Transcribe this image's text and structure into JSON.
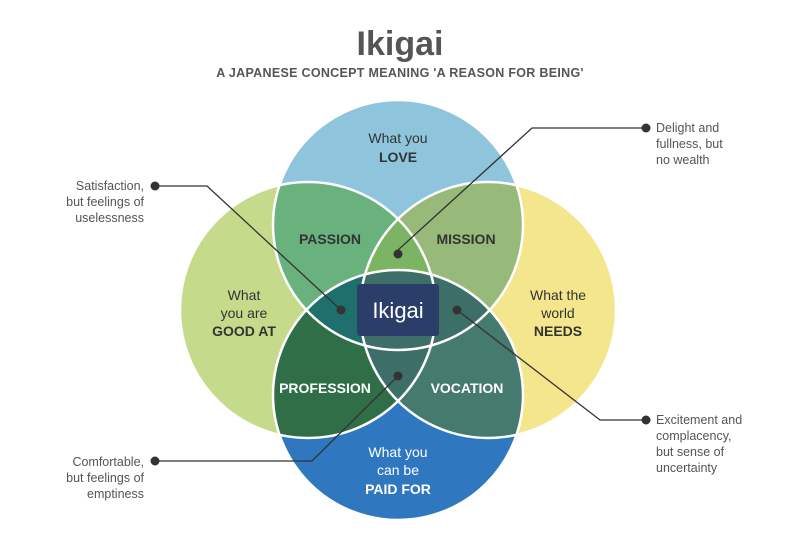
{
  "header": {
    "title": "Ikigai",
    "subtitle": "A JAPANESE CONCEPT MEANING 'A REASON FOR BEING'"
  },
  "circles": {
    "love": {
      "line1": "What you",
      "line2": "LOVE",
      "color": "#8ec5dc"
    },
    "good_at": {
      "line1": "What",
      "line2": "you are",
      "line3": "GOOD AT",
      "color": "#c5da8b"
    },
    "needs": {
      "line1": "What the",
      "line2": "world",
      "line3": "NEEDS",
      "color": "#f4e68c"
    },
    "paid_for": {
      "line1": "What you",
      "line2": "can be",
      "line3": "PAID FOR",
      "color": "#2f78c0"
    }
  },
  "overlaps": {
    "passion": "PASSION",
    "mission": "MISSION",
    "profession": "PROFESSION",
    "vocation": "VOCATION",
    "center": "Ikigai"
  },
  "notes": {
    "delight": [
      "Delight and",
      "fullness, but",
      "no wealth"
    ],
    "satisfaction": [
      "Satisfaction,",
      "but feelings of",
      "uselessness"
    ],
    "comfortable": [
      "Comfortable,",
      "but feelings of",
      "emptiness"
    ],
    "excitement": [
      "Excitement and",
      "complacency,",
      "but sense of",
      "uncertainty"
    ]
  },
  "colors": {
    "passion": "#69b27d",
    "mission": "#97b97a",
    "profession": "#2f6e47",
    "vocation": "#457a6f",
    "love_good": "#6fb07a",
    "good_paid": "#296b45",
    "needs_paid": "#447b6f",
    "triple_lgn": "#7bb463",
    "triple_lgp": "#1f6f6c",
    "triple_gnp": "#263f65",
    "triple_lnp": "#3e6e68",
    "center": "#2b3e69"
  }
}
